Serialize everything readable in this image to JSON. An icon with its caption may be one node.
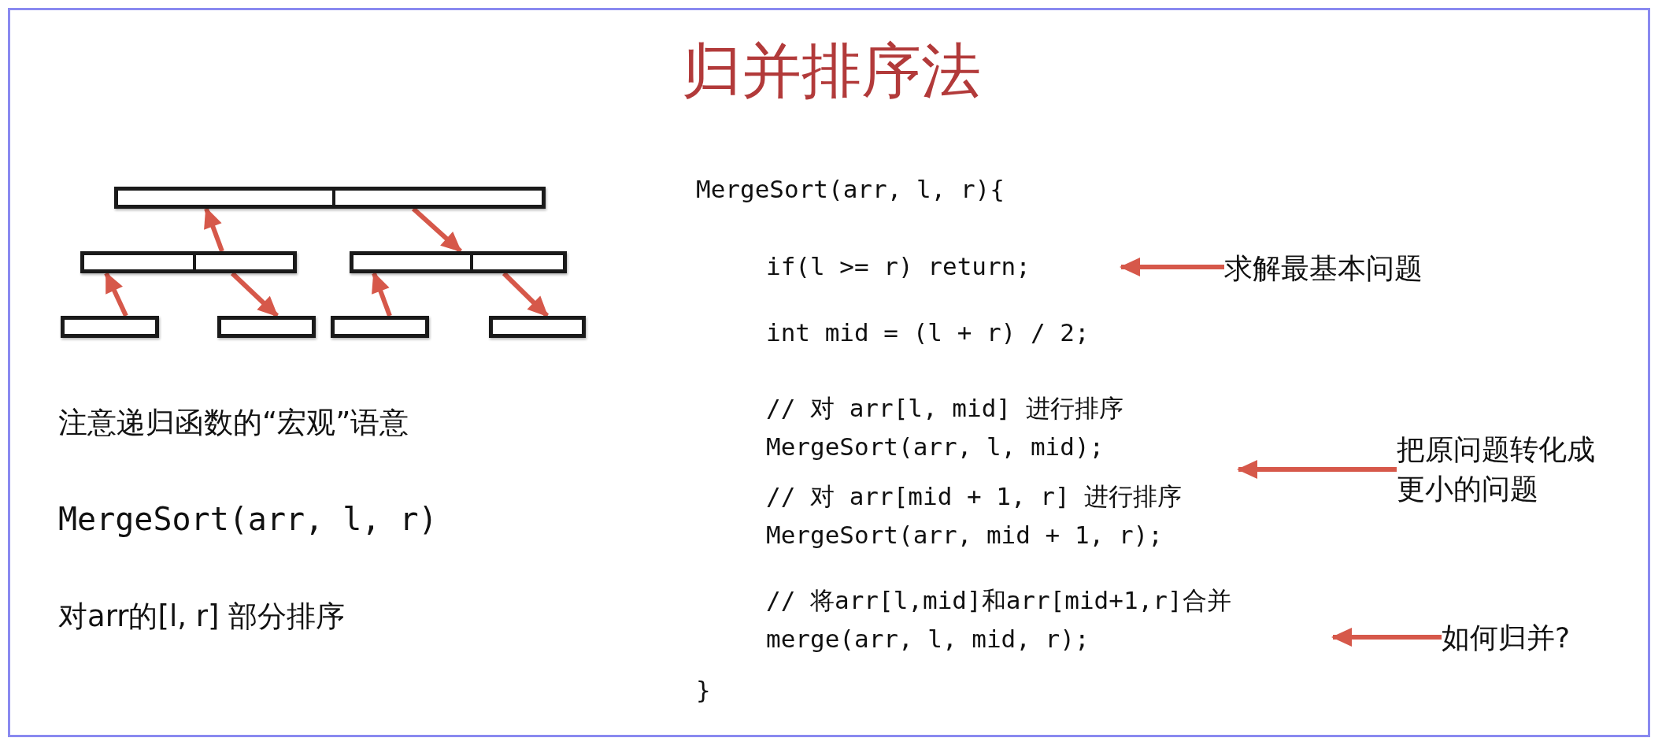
{
  "diagram": {
    "title": "归并排序法",
    "nodes": [
      {
        "text": [],
        "shape": "bar"
      },
      {
        "text": [],
        "shape": "bar"
      },
      {
        "text": [],
        "shape": "bar"
      },
      {
        "text": [],
        "shape": "bar"
      },
      {
        "text": [],
        "shape": "bar"
      },
      {
        "text": [],
        "shape": "bar"
      },
      {
        "text": [],
        "shape": "bar"
      },
      {
        "text": [
          "if(l >= r) return;"
        ]
      },
      {
        "text": [
          "// 对 arr[l, mid] 进行排序",
          "MergeSort(arr, l, mid);",
          "// 对 arr[mid + 1, r] 进行排序",
          "MergeSort(arr, mid + 1, r);"
        ]
      },
      {
        "text": [
          "// 将arr[l,mid]和arr[mid+1,r]合并",
          "merge(arr, l, mid, r);"
        ]
      },
      {
        "text": [
          "求解最基本问题"
        ]
      },
      {
        "text": [
          "把原问题转化成更小的问题"
        ]
      },
      {
        "text": [
          "如何归并?"
        ]
      }
    ],
    "edges": [
      {
        "from": 1,
        "to": 0,
        "arrow": "to"
      },
      {
        "from": 0,
        "to": 2,
        "arrow": "to"
      },
      {
        "from": 3,
        "to": 1,
        "arrow": "to"
      },
      {
        "from": 1,
        "to": 4,
        "arrow": "to"
      },
      {
        "from": 5,
        "to": 2,
        "arrow": "to"
      },
      {
        "from": 2,
        "to": 6,
        "arrow": "to"
      },
      {
        "from": 10,
        "to": 7,
        "arrow": "to"
      },
      {
        "from": 11,
        "to": 8,
        "arrow": "to"
      },
      {
        "from": 12,
        "to": 9,
        "arrow": "to"
      }
    ],
    "labels": [
      "注意递归函数的“宏观”语意",
      "MergeSort(arr, l, r)",
      "对arr的[l, r] 部分排序",
      "MergeSort(arr, l, r){",
      "int mid = (l + r) / 2;",
      "}"
    ]
  }
}
